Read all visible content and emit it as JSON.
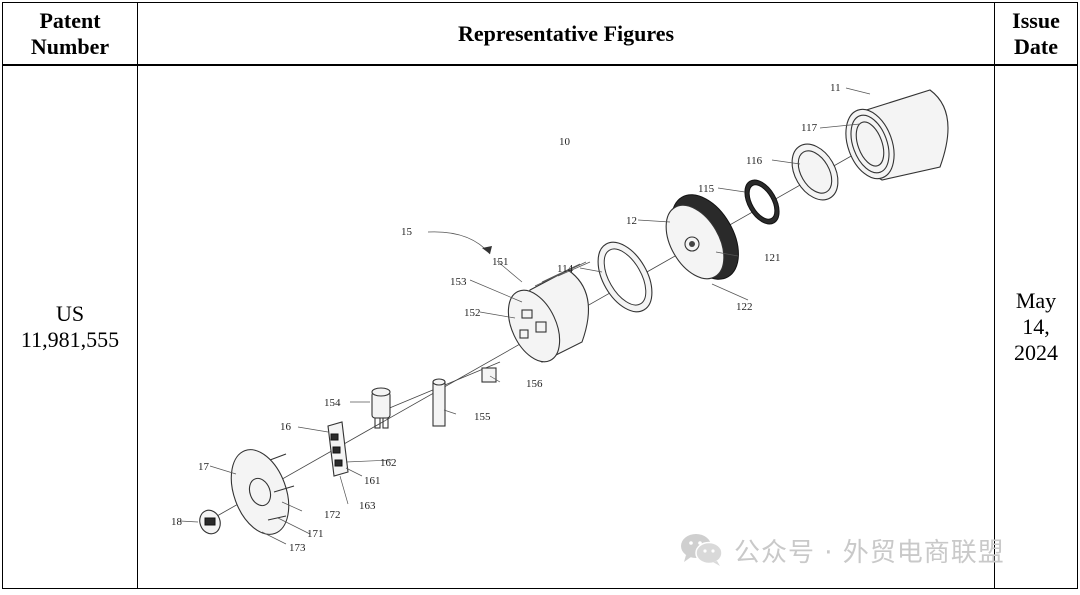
{
  "table": {
    "headers": {
      "patent_number": "Patent\nNumber",
      "representative_figures": "Representative Figures",
      "issue_date": "Issue\nDate"
    },
    "row": {
      "patent_number": "US\n11,981,555",
      "issue_date": "May\n14,\n2024"
    }
  },
  "figure": {
    "reference_numerals": {
      "n10": "10",
      "n11": "11",
      "n117": "117",
      "n116": "116",
      "n115": "115",
      "n12": "12",
      "n121": "121",
      "n122": "122",
      "n114": "114",
      "n15": "15",
      "n151": "151",
      "n153": "153",
      "n152": "152",
      "n156": "156",
      "n154": "154",
      "n155": "155",
      "n16": "16",
      "n162": "162",
      "n161": "161",
      "n163": "163",
      "n17": "17",
      "n172": "172",
      "n171": "171",
      "n173": "173",
      "n18": "18"
    }
  },
  "watermark": {
    "text": "公众号 · 外贸电商联盟",
    "icon": "wechat-icon"
  }
}
